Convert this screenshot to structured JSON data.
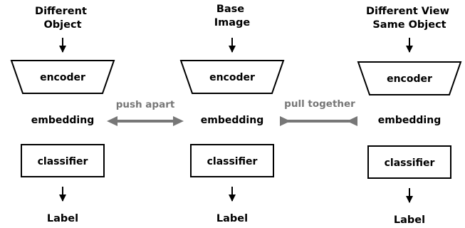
{
  "columns": [
    {
      "input_lines": [
        "Different",
        "Object"
      ],
      "encoder_label": "encoder",
      "embedding_label": "embedding",
      "classifier_label": "classifier",
      "output_label": "Label"
    },
    {
      "input_lines": [
        "Base",
        "Image"
      ],
      "encoder_label": "encoder",
      "embedding_label": "embedding",
      "classifier_label": "classifier",
      "output_label": "Label"
    },
    {
      "input_lines": [
        "Different View",
        "Same Object"
      ],
      "encoder_label": "encoder",
      "embedding_label": "embedding",
      "classifier_label": "classifier",
      "output_label": "Label"
    }
  ],
  "relations": {
    "push": {
      "label": "push apart",
      "color": "#777777"
    },
    "pull": {
      "label": "pull together",
      "color": "#777777"
    }
  }
}
